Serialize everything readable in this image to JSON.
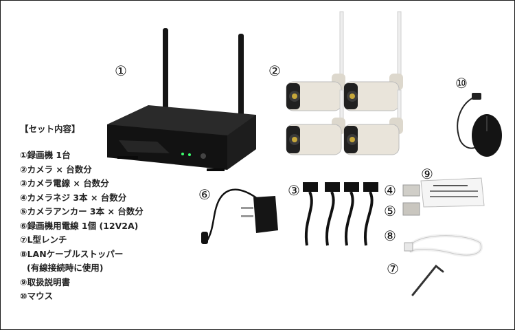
{
  "set_contents": {
    "heading": "【セット内容】",
    "items": [
      "①録画機 1台",
      "②カメラ × 台数分",
      "③カメラ電線 × 台数分",
      "④カメラネジ 3本 × 台数分",
      "⑤カメラアンカー 3本 × 台数分",
      "⑥録画機用電線 1個 (12V2A)",
      "⑦L型レンチ",
      "⑧LANケーブルストッパー",
      " (有線接続時に使用)",
      "⑨取扱説明書",
      "⑩マウス"
    ]
  },
  "markers": {
    "recorder": "①",
    "cameras": "②",
    "camera_cables": "③",
    "screws": "④",
    "anchors": "⑤",
    "adapter": "⑥",
    "wrench": "⑦",
    "lan_stopper": "⑧",
    "manual": "⑨",
    "mouse": "⑩"
  },
  "colors": {
    "border": "#1a1a1a",
    "device_dark": "#1b1b1b",
    "camera_body": "#e9e4da",
    "led_green": "#3cff6e"
  }
}
